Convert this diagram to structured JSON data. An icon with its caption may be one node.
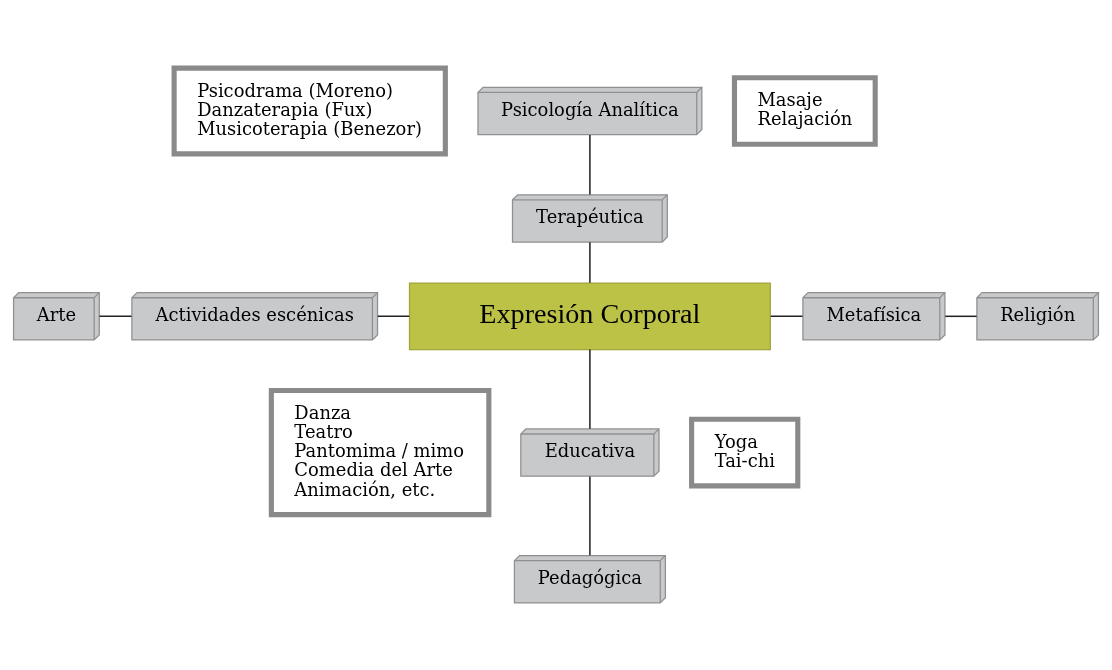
{
  "diagram": {
    "nodes": [
      {
        "text": [
          "Psicodrama (Moreno)",
          "Danzaterapia (Fux)",
          "Musicoterapia (Benezor)"
        ]
      },
      {
        "text": [
          "Psicología Analítica"
        ]
      },
      {
        "text": [
          "Masaje",
          "Relajación"
        ]
      },
      {
        "text": [
          "Terapéutica"
        ]
      },
      {
        "text": [
          "Arte"
        ]
      },
      {
        "text": [
          "Actividades escénicas"
        ]
      },
      {
        "text": [
          "Expresión Corporal"
        ]
      },
      {
        "text": [
          "Metafísica"
        ]
      },
      {
        "text": [
          "Religión"
        ]
      },
      {
        "text": [
          "Danza",
          "Teatro",
          "Pantomima / mimo",
          "Comedia del Arte",
          "Animación, etc."
        ]
      },
      {
        "text": [
          "Educativa"
        ]
      },
      {
        "text": [
          "Yoga",
          "Tai-chi"
        ]
      },
      {
        "text": [
          "Pedagógica"
        ]
      }
    ],
    "edges": [
      {
        "from": 1,
        "to": 3,
        "arrow": "none"
      },
      {
        "from": 3,
        "to": 6,
        "arrow": "none"
      },
      {
        "from": 4,
        "to": 5,
        "arrow": "none"
      },
      {
        "from": 5,
        "to": 6,
        "arrow": "none"
      },
      {
        "from": 6,
        "to": 7,
        "arrow": "none"
      },
      {
        "from": 7,
        "to": 8,
        "arrow": "none"
      },
      {
        "from": 6,
        "to": 10,
        "arrow": "none"
      },
      {
        "from": 10,
        "to": 12,
        "arrow": "none"
      }
    ]
  }
}
